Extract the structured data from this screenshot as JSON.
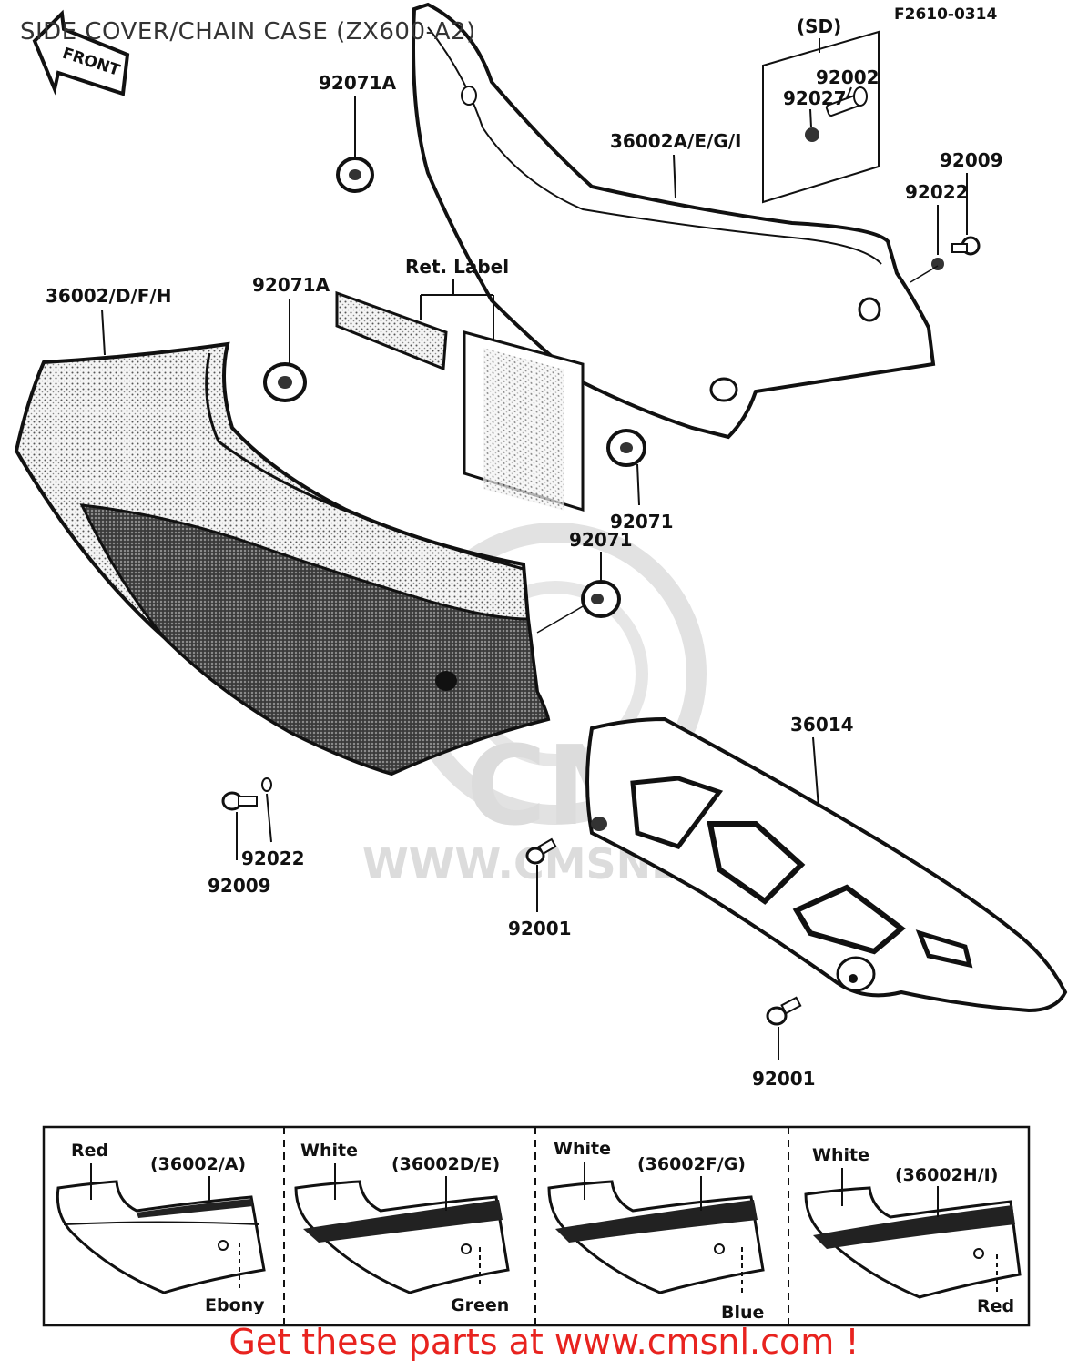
{
  "title": "SIDE COVER/CHAIN CASE (ZX600-A2)",
  "diagram_code": "F2610-0314",
  "front_tag": "FRONT",
  "watermark": {
    "logo_text": "CMS",
    "url_text": "WWW.CMSNL.COM"
  },
  "labels": {
    "sd": "(SD)",
    "p92002": "92002",
    "p92027": "92027",
    "p92071a_top": "92071A",
    "p36002a": "36002A/E/G/I",
    "p92009_right": "92009",
    "p92022_right": "92022",
    "ret_label": "Ret. Label",
    "p36002d": "36002/D/F/H",
    "p92071a_mid": "92071A",
    "p92071_upper": "92071",
    "p92071_lower": "92071",
    "p36014": "36014",
    "p92022_left": "92022",
    "p92009_left": "92009",
    "p92001_mid": "92001",
    "p92001_bottom": "92001"
  },
  "color_variants": [
    {
      "code": "(36002/A)",
      "top_color": "Red",
      "bottom_color": "Ebony"
    },
    {
      "code": "(36002D/E)",
      "top_color": "White",
      "bottom_color": "Green"
    },
    {
      "code": "(36002F/G)",
      "top_color": "White",
      "bottom_color": "Blue"
    },
    {
      "code": "(36002H/I)",
      "top_color": "White",
      "bottom_color": "Red"
    }
  ],
  "footer": "Get these parts at www.cmsnl.com !",
  "colors": {
    "footer": "#e8231f",
    "watermark": "#dcdcdc",
    "ink": "#111111"
  }
}
